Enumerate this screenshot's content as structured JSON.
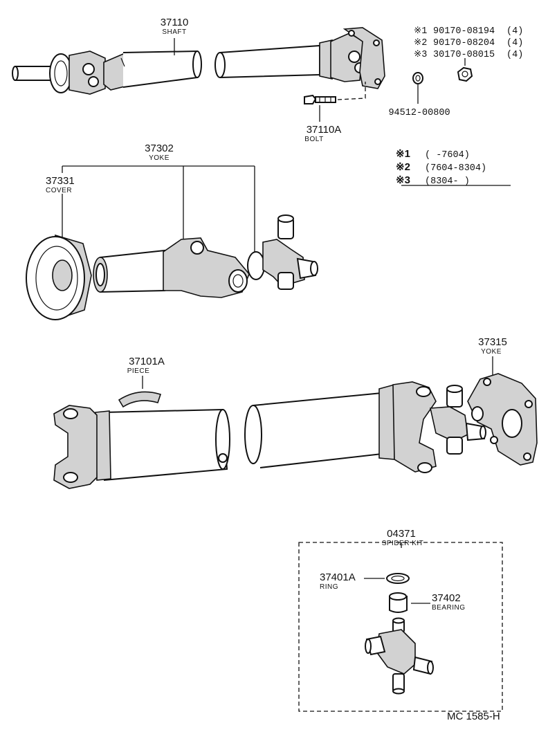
{
  "diagram": {
    "parts": {
      "shaft": {
        "number": "37110",
        "name": "SHAFT"
      },
      "bolt": {
        "number": "37110A",
        "name": "BOLT"
      },
      "yoke_front": {
        "number": "37302",
        "name": "YOKE"
      },
      "cover": {
        "number": "37331",
        "name": "COVER"
      },
      "piece": {
        "number": "37101A",
        "name": "PIECE"
      },
      "yoke_rear": {
        "number": "37315",
        "name": "YOKE"
      },
      "spider_kit": {
        "number": "04371",
        "name": "SPIDER KIT"
      },
      "ring": {
        "number": "37401A",
        "name": "RING"
      },
      "bearing": {
        "number": "37402",
        "name": "BEARING"
      },
      "washer": {
        "number": "94512-00800"
      }
    },
    "nut_list": [
      {
        "mark": "※1",
        "number": "90170-08194",
        "qty": "(4)"
      },
      {
        "mark": "※2",
        "number": "90170-08204",
        "qty": "(4)"
      },
      {
        "mark": "※3",
        "number": "30170-08015",
        "qty": "(4)"
      }
    ],
    "legend": [
      {
        "mark": "※1",
        "range": "(      -7604)"
      },
      {
        "mark": "※2",
        "range": "(7604-8304)"
      },
      {
        "mark": "※3",
        "range": "(8304-       )"
      }
    ],
    "footer_code": "MC 1585-H"
  }
}
